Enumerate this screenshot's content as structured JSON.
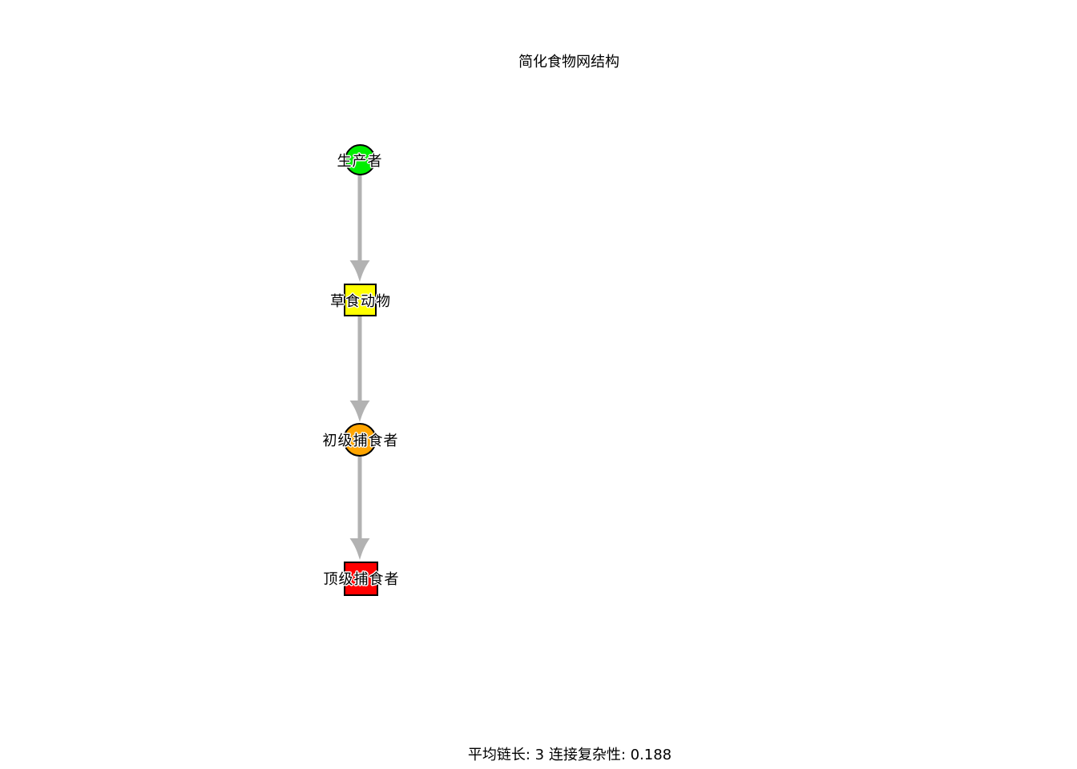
{
  "title": "简化食物网结构",
  "footer": {
    "text": "平均链长: 3 连接复杂性: 0.188",
    "average_chain_length": "3",
    "connection_complexity": "0.188"
  },
  "colors": {
    "background": "#ffffff",
    "edge": "#b2b2b2",
    "node_border": "#000000",
    "label_text": "#000000",
    "label_halo": "#ffffff"
  },
  "graph": {
    "nodes": [
      {
        "id": "producer",
        "label": "生产者",
        "shape": "circle",
        "color": "#00ee00"
      },
      {
        "id": "herbivore",
        "label": "草食动物",
        "shape": "square",
        "color": "#ffff00"
      },
      {
        "id": "primary-predator",
        "label": "初级捕食者",
        "shape": "circle",
        "color": "#ffa500"
      },
      {
        "id": "top-predator",
        "label": "顶级捕食者",
        "shape": "square",
        "color": "#ff0000"
      }
    ],
    "edges": [
      {
        "from": "生产者",
        "to": "草食动物"
      },
      {
        "from": "草食动物",
        "to": "初级捕食者"
      },
      {
        "from": "初级捕食者",
        "to": "顶级捕食者"
      }
    ]
  }
}
